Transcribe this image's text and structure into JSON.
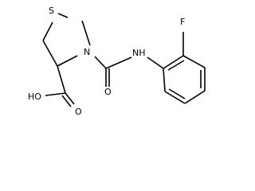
{
  "structure": {
    "atoms": {
      "sulfur": "S",
      "ring_nitrogen": "N",
      "amide_nh": "NH",
      "amide_oxygen": "O",
      "fluorine": "F",
      "hydroxyl": "HO",
      "acid_oxygen": "O"
    }
  }
}
